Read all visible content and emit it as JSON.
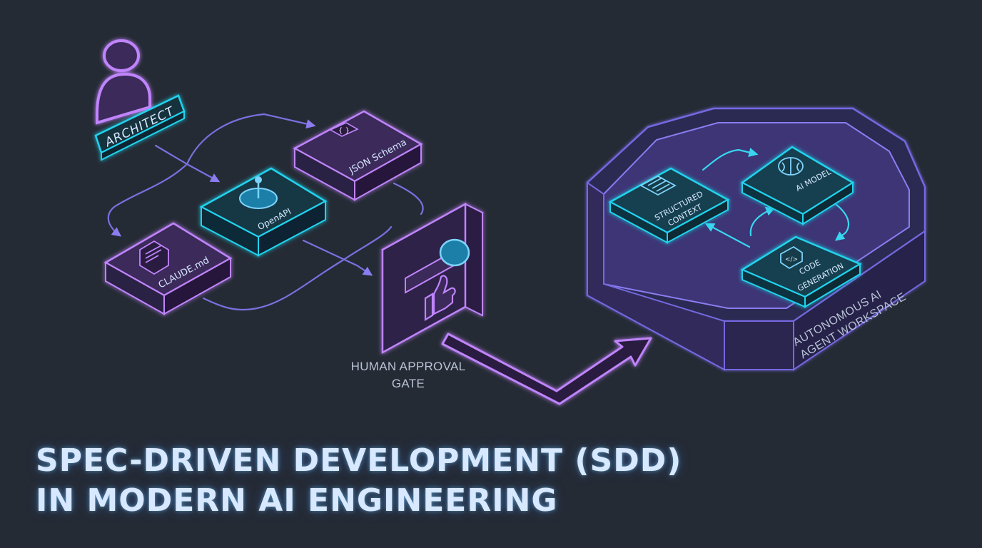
{
  "colors": {
    "background": "#252b35",
    "violet": "#c084fc",
    "cyan": "#22d3ee",
    "flow_line": "#7c6fe0",
    "workspace": "#6d5bd0",
    "text": "#d7e8ff"
  },
  "architect": {
    "label": "ARCHITECT",
    "icon": "person-icon"
  },
  "specs": [
    {
      "label": "JSON Schema",
      "icon": "json-braces-icon"
    },
    {
      "label": "OpenAPI",
      "icon": "openapi-icon"
    },
    {
      "label": "CLAUDE.md",
      "icon": "document-icon"
    }
  ],
  "gate": {
    "line1": "HUMAN APPROVAL",
    "line2": "GATE",
    "icons": [
      "toggle-icon",
      "thumbs-up-icon"
    ]
  },
  "workspace": {
    "line1": "AUTONOMOUS AI",
    "line2": "AGENT WORKSPACE",
    "nodes": [
      {
        "line1": "STRUCTURED",
        "line2": "CONTEXT",
        "icon": "document-lines-icon"
      },
      {
        "line1": "AI MODEL",
        "line2": "",
        "icon": "brain-icon"
      },
      {
        "line1": "CODE",
        "line2": "GENERATION",
        "icon": "code-icon"
      }
    ]
  },
  "headline": {
    "line1": "SPEC-DRIVEN DEVELOPMENT (SDD)",
    "line2": "IN MODERN AI ENGINEERING"
  }
}
